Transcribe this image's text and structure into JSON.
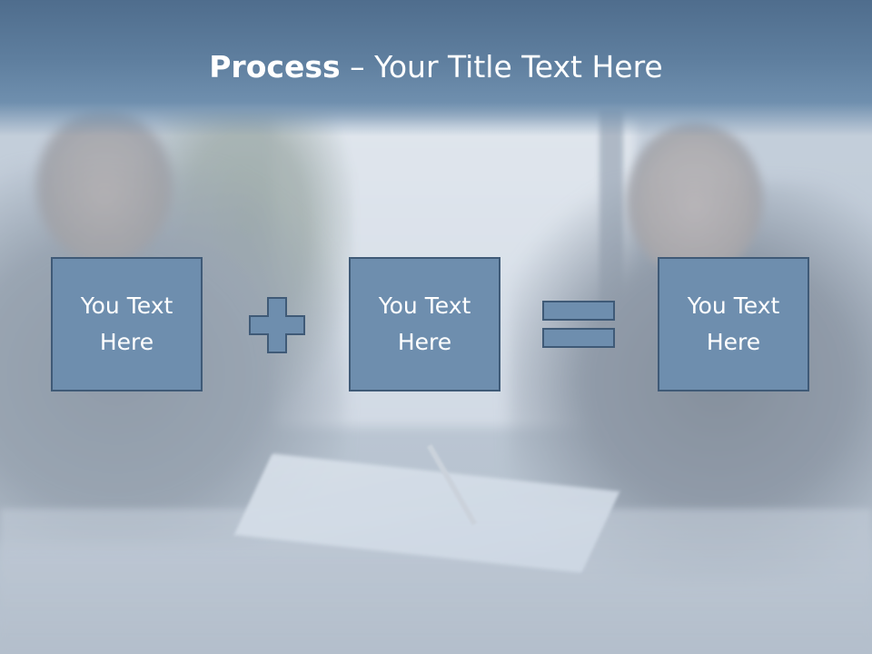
{
  "slide": {
    "title_bold": "Process",
    "title_rest": " – Your Title Text Here",
    "colors": {
      "title_band": "#5f7f9f",
      "box_fill": "#6e8eae",
      "box_border": "#3f5a77",
      "text": "#ffffff"
    },
    "process": {
      "boxes": [
        {
          "label": "You Text Here"
        },
        {
          "label": "You Text Here"
        },
        {
          "label": "You Text Here"
        }
      ],
      "operators": [
        "plus-icon",
        "equals-icon"
      ]
    }
  }
}
